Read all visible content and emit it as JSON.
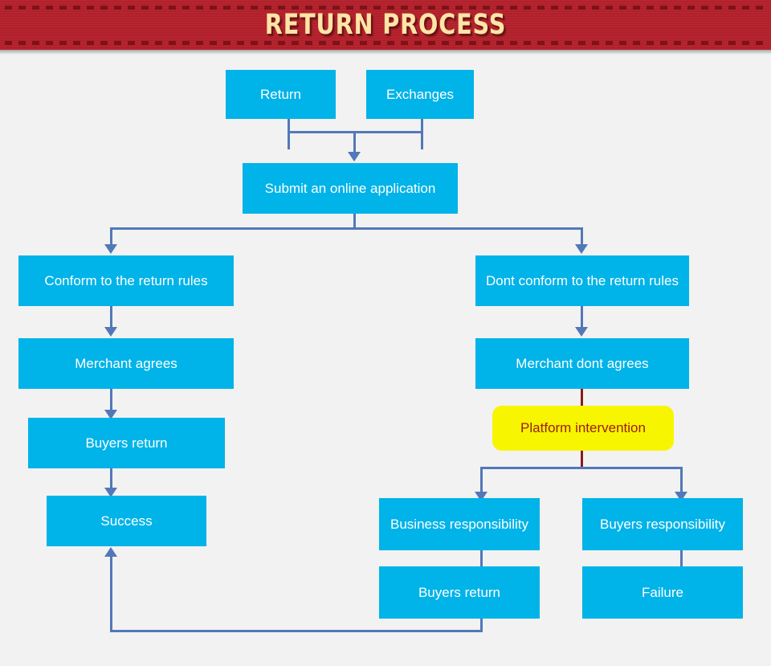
{
  "banner": {
    "title": "RETURN PROCESS",
    "background_color": "#b5202a",
    "title_color": "#fde5a6"
  },
  "colors": {
    "page_background": "#f2f2f2",
    "node_fill": "#00b3e8",
    "node_text": "#ffffff",
    "highlight_fill": "#f7f500",
    "highlight_text": "#9c1c10",
    "connector": "#5278b8",
    "connector_alt": "#8e1a18"
  },
  "chart_data": {
    "type": "diagram",
    "title": "RETURN PROCESS",
    "nodes": [
      {
        "id": "return",
        "label": "Return",
        "kind": "process"
      },
      {
        "id": "exchanges",
        "label": "Exchanges",
        "kind": "process"
      },
      {
        "id": "submit",
        "label": "Submit an online application",
        "kind": "process"
      },
      {
        "id": "conform",
        "label": "Conform to the return rules",
        "kind": "process"
      },
      {
        "id": "merchant-agrees",
        "label": "Merchant agrees",
        "kind": "process"
      },
      {
        "id": "buyers-return-left",
        "label": "Buyers return",
        "kind": "process"
      },
      {
        "id": "success",
        "label": "Success",
        "kind": "terminal"
      },
      {
        "id": "dont-conform",
        "label": "Dont conform to the return rules",
        "kind": "process"
      },
      {
        "id": "merchant-dont-agrees",
        "label": "Merchant dont agrees",
        "kind": "process"
      },
      {
        "id": "platform-intervention",
        "label": "Platform intervention",
        "kind": "highlight"
      },
      {
        "id": "business-responsibility",
        "label": "Business responsibility",
        "kind": "process"
      },
      {
        "id": "buyers-return-right",
        "label": "Buyers return",
        "kind": "process"
      },
      {
        "id": "buyers-responsibility",
        "label": "Buyers responsibility",
        "kind": "process"
      },
      {
        "id": "failure",
        "label": "Failure",
        "kind": "terminal"
      }
    ],
    "edges": [
      {
        "from": "return",
        "to": "submit"
      },
      {
        "from": "exchanges",
        "to": "submit"
      },
      {
        "from": "submit",
        "to": "conform"
      },
      {
        "from": "submit",
        "to": "dont-conform"
      },
      {
        "from": "conform",
        "to": "merchant-agrees"
      },
      {
        "from": "merchant-agrees",
        "to": "buyers-return-left"
      },
      {
        "from": "buyers-return-left",
        "to": "success"
      },
      {
        "from": "dont-conform",
        "to": "merchant-dont-agrees"
      },
      {
        "from": "merchant-dont-agrees",
        "to": "platform-intervention"
      },
      {
        "from": "platform-intervention",
        "to": "business-responsibility"
      },
      {
        "from": "platform-intervention",
        "to": "buyers-responsibility"
      },
      {
        "from": "business-responsibility",
        "to": "buyers-return-right"
      },
      {
        "from": "buyers-responsibility",
        "to": "failure"
      },
      {
        "from": "buyers-return-right",
        "to": "success"
      }
    ]
  },
  "flow": {
    "return": "Return",
    "exchanges": "Exchanges",
    "submit": "Submit an online application",
    "conform": "Conform to the return rules",
    "merchant_agrees": "Merchant agrees",
    "buyers_return_left": "Buyers return",
    "success": "Success",
    "dont_conform": "Dont conform to the return rules",
    "merchant_dont_agrees": "Merchant dont agrees",
    "platform_intervention": "Platform intervention",
    "business_responsibility": "Business responsibility",
    "buyers_return_right": "Buyers return",
    "buyers_responsibility": "Buyers responsibility",
    "failure": "Failure"
  }
}
